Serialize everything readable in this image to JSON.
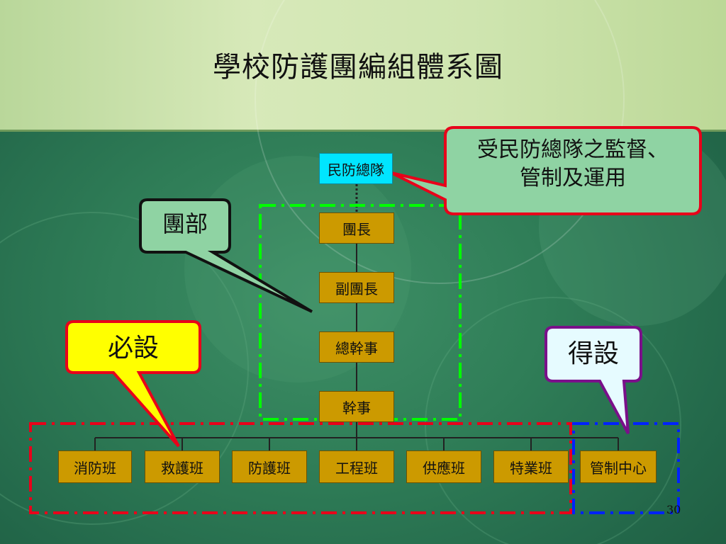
{
  "title": "學校防護團編組體系圖",
  "top_node": "民防總隊",
  "chain": [
    "團長",
    "副團長",
    "總幹事",
    "幹事"
  ],
  "teams": [
    "消防班",
    "救護班",
    "防護班",
    "工程班",
    "供應班",
    "特業班"
  ],
  "optional_team": "管制中心",
  "callouts": {
    "supervision": [
      "受民防總隊之監督、",
      "管制及運用"
    ],
    "headquarters": "團部",
    "required": "必設",
    "optional": "得設"
  },
  "page_number": "30",
  "colors": {
    "node_fill": "#cc9a00",
    "top_node_fill": "#00e5ff",
    "headquarters_border": "#00ff00",
    "required_border": "#e8001a",
    "optional_border": "#0022ff"
  }
}
